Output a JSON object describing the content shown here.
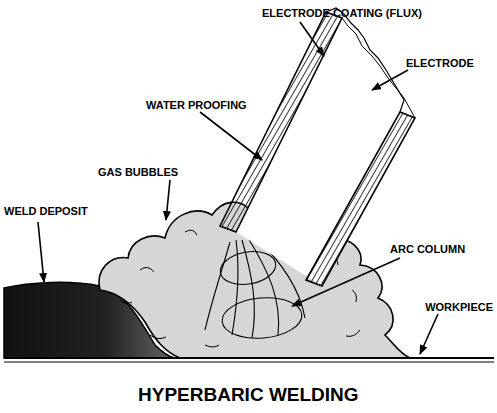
{
  "diagram": {
    "title": "HYPERBARIC WELDING",
    "labels": [
      "ELECTRODE COATING (FLUX)",
      "ELECTRODE",
      "WATER PROOFING",
      "GAS BUBBLES",
      "WELD DEPOSIT",
      "ARC COLUMN",
      "WORKPIECE"
    ]
  }
}
